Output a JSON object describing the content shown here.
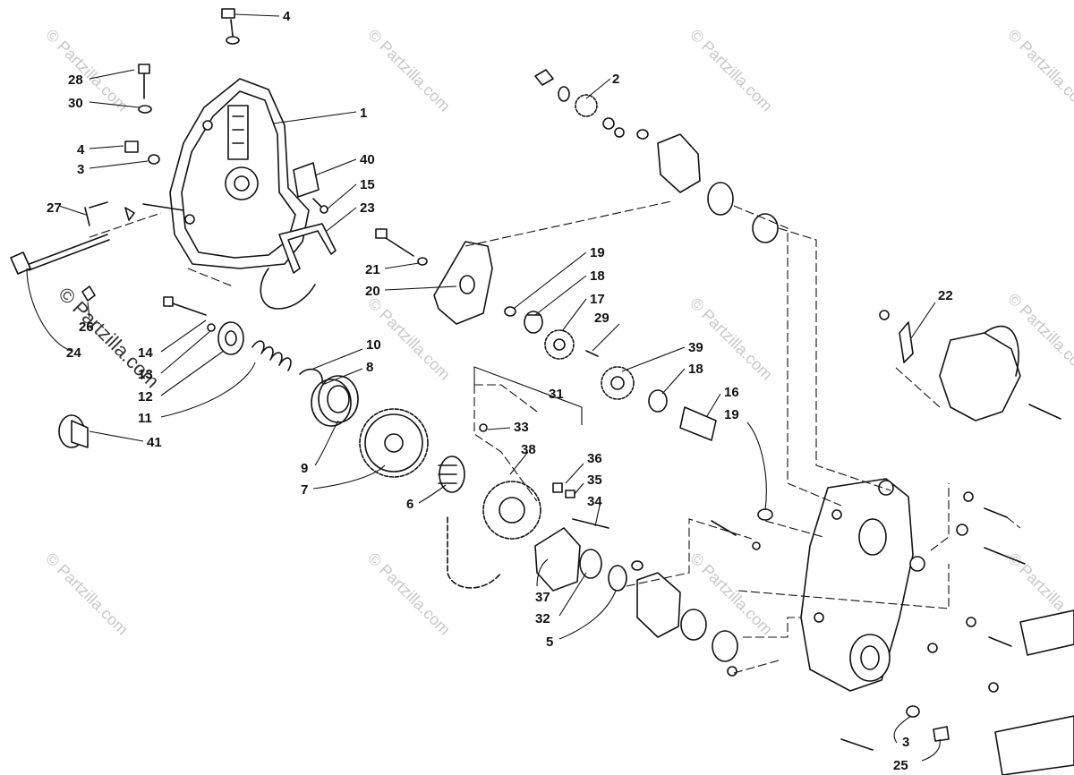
{
  "watermark": {
    "text": "© Partzilla.com"
  },
  "callouts": [
    {
      "id": "c4a",
      "label": "4"
    },
    {
      "id": "c28",
      "label": "28"
    },
    {
      "id": "c30",
      "label": "30"
    },
    {
      "id": "c1",
      "label": "1"
    },
    {
      "id": "c4b",
      "label": "4"
    },
    {
      "id": "c3a",
      "label": "3"
    },
    {
      "id": "c40",
      "label": "40"
    },
    {
      "id": "c15",
      "label": "15"
    },
    {
      "id": "c23",
      "label": "23"
    },
    {
      "id": "c27",
      "label": "27"
    },
    {
      "id": "c26",
      "label": "26"
    },
    {
      "id": "c24",
      "label": "24"
    },
    {
      "id": "c14",
      "label": "14"
    },
    {
      "id": "c13",
      "label": "13"
    },
    {
      "id": "c12",
      "label": "12"
    },
    {
      "id": "c11",
      "label": "11"
    },
    {
      "id": "c41",
      "label": "41"
    },
    {
      "id": "c10",
      "label": "10"
    },
    {
      "id": "c8",
      "label": "8"
    },
    {
      "id": "c9",
      "label": "9"
    },
    {
      "id": "c7",
      "label": "7"
    },
    {
      "id": "c6",
      "label": "6"
    },
    {
      "id": "c2",
      "label": "2"
    },
    {
      "id": "c21",
      "label": "21"
    },
    {
      "id": "c20",
      "label": "20"
    },
    {
      "id": "c19a",
      "label": "19"
    },
    {
      "id": "c18a",
      "label": "18"
    },
    {
      "id": "c17",
      "label": "17"
    },
    {
      "id": "c29",
      "label": "29"
    },
    {
      "id": "c39",
      "label": "39"
    },
    {
      "id": "c18b",
      "label": "18"
    },
    {
      "id": "c16",
      "label": "16"
    },
    {
      "id": "c19b",
      "label": "19"
    },
    {
      "id": "c31",
      "label": "31"
    },
    {
      "id": "c33",
      "label": "33"
    },
    {
      "id": "c38",
      "label": "38"
    },
    {
      "id": "c36",
      "label": "36"
    },
    {
      "id": "c35",
      "label": "35"
    },
    {
      "id": "c34",
      "label": "34"
    },
    {
      "id": "c37",
      "label": "37"
    },
    {
      "id": "c32",
      "label": "32"
    },
    {
      "id": "c5",
      "label": "5"
    },
    {
      "id": "c22",
      "label": "22"
    },
    {
      "id": "c3b",
      "label": "3"
    },
    {
      "id": "c25",
      "label": "25"
    }
  ]
}
